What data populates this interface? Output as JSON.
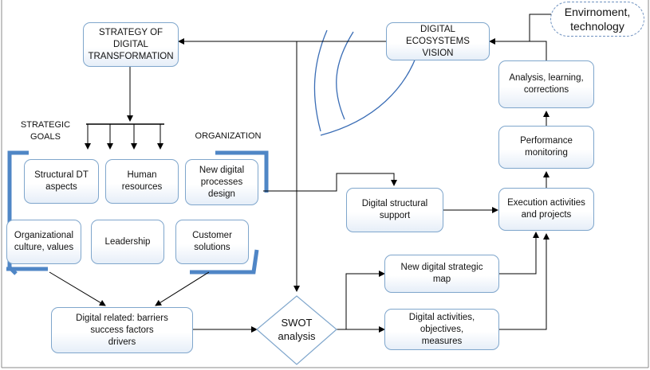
{
  "diagram": {
    "strategy": "STRATEGY OF\nDIGITAL\nTRANSFORMATION",
    "vision": "DIGITAL\nECOSYSTEMS VISION",
    "environment": "Envirnoment,\ntechnology",
    "analysis": "Analysis, learning,\ncorrections",
    "performance": "Performance\nmonitoring",
    "execution": "Execution activities\nand projects",
    "structural_support": "Digital structural\nsupport",
    "strategic_goals": "STRATEGIC\nGOALS",
    "organization": "ORGANIZATION",
    "structural_dt": "Structural DT\naspects",
    "human": "Human\nresources",
    "new_processes": "New digital\nprocesses\ndesign",
    "org_culture": "Organizational\nculture, values",
    "leadership": "Leadership",
    "customer": "Customer\nsolutions",
    "barriers": "Digital related: barriers\nsuccess factors\ndrivers",
    "swot": "SWOT\nanalysis",
    "new_map": "New digital strategic\nmap",
    "activities": "Digital activities,\nobjectives,\nmeasures"
  }
}
